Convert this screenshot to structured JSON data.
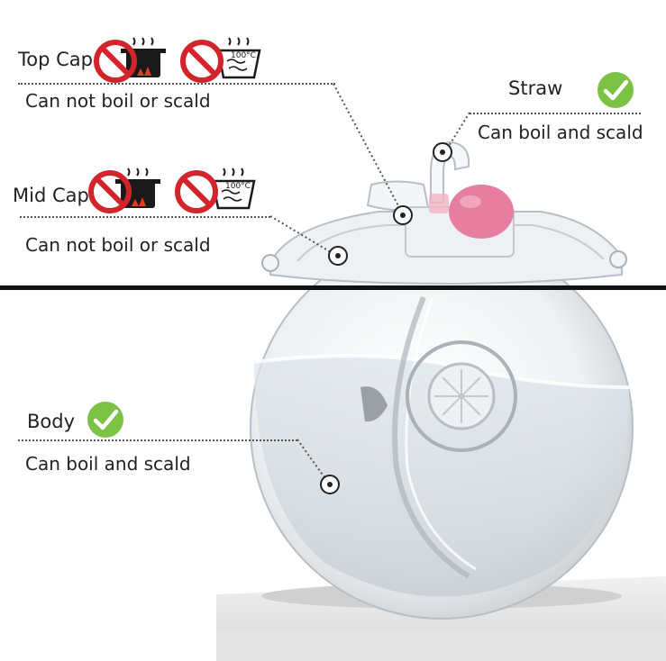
{
  "labels": {
    "top_cap": {
      "title": "Top Cap",
      "note": "Can not boil or scald"
    },
    "mid_cap": {
      "title": "Mid Cap",
      "note": "Can not boil or scald"
    },
    "straw": {
      "title": "Straw",
      "note": "Can boil and scald"
    },
    "body": {
      "title": "Body",
      "note": "Can boil and scald"
    }
  },
  "icons": {
    "pot_temperature": "100°C",
    "prohibited_icon": "no-boil-pot-icon",
    "prohibited_icon_2": "no-scald-100c-icon",
    "ok_icon": "check-icon"
  },
  "colors": {
    "prohibit_red": "#d4242b",
    "ok_green": "#7cc245",
    "straw_pink": "#e77ea0",
    "divider": "#111111"
  }
}
